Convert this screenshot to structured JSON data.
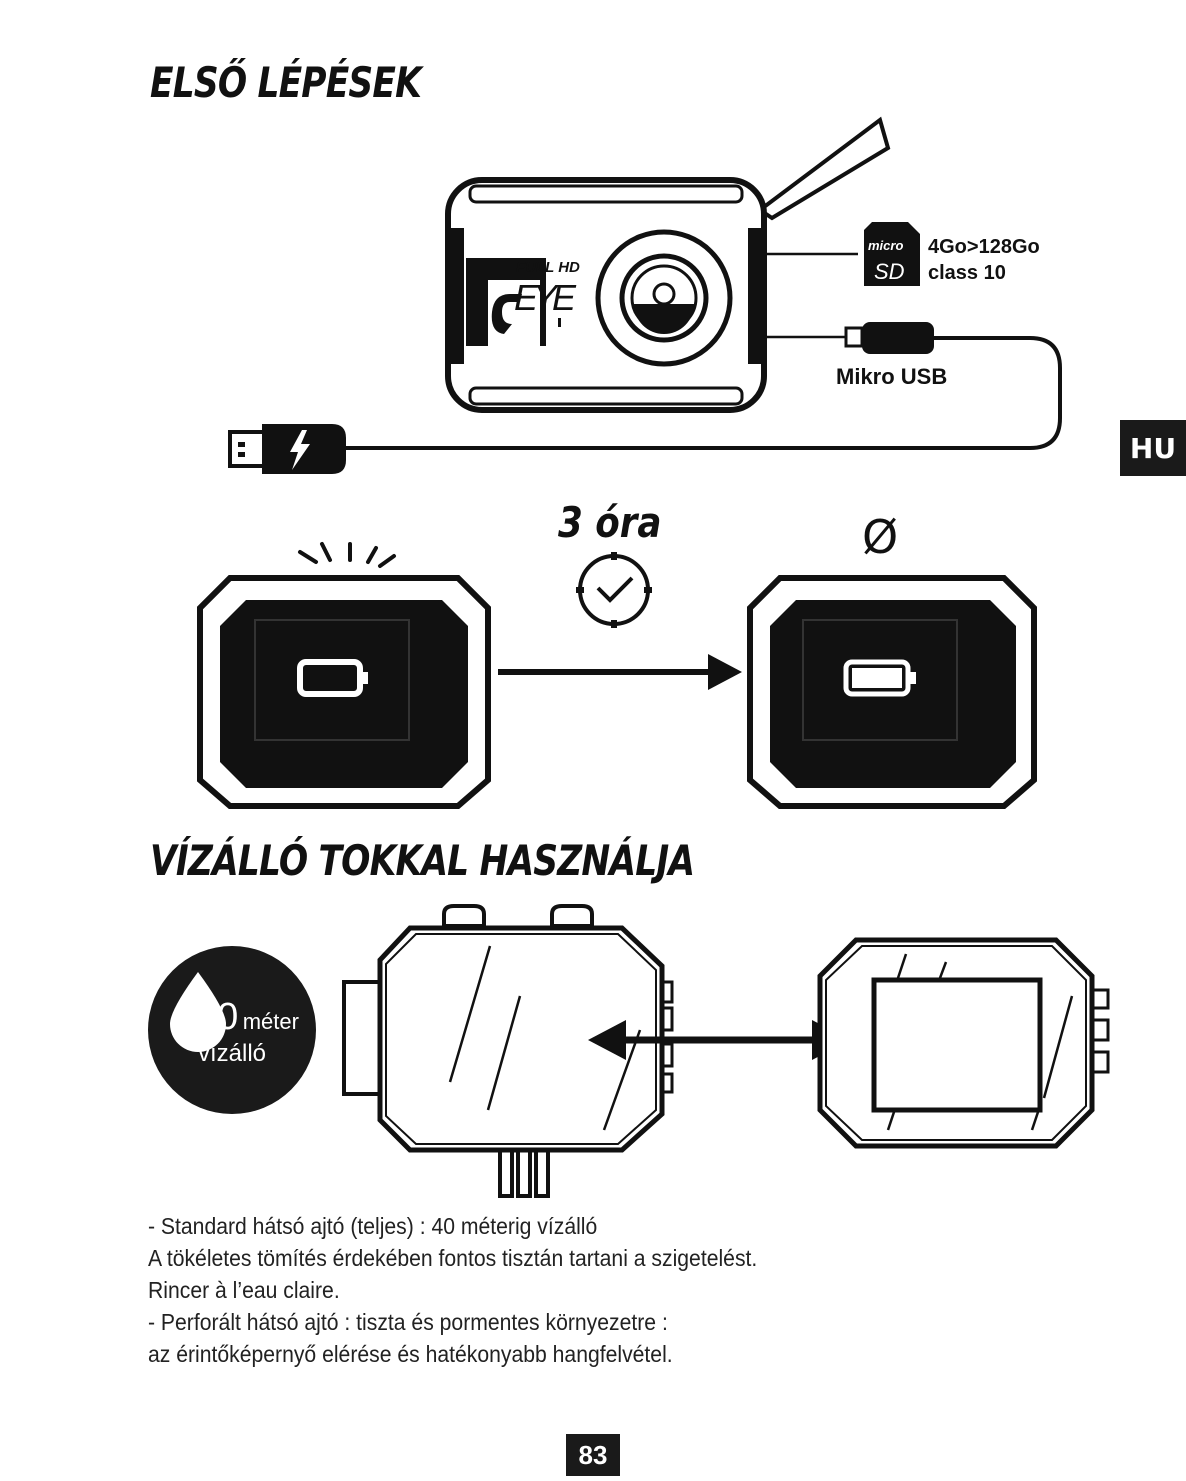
{
  "headings": {
    "first_steps": "ELSŐ LÉPÉSEK",
    "waterproof": "VÍZÁLLÓ TOKKAL HASZNÁLJA"
  },
  "language_tab": "HU",
  "camera_logo": {
    "full_hd": "FULL HD",
    "brand": "EYE"
  },
  "sd_card": {
    "micro": "micro",
    "sd": "SD",
    "capacity": "4Go>128Go",
    "class": "class 10"
  },
  "usb_label": "Mikro USB",
  "charging": {
    "duration": "3 óra",
    "done_symbol": "Ø"
  },
  "waterproof_badge": {
    "depth": "40",
    "unit": "méter",
    "label": "vízálló"
  },
  "body_lines": [
    "-   Standard hátsó ajtó (teljes) : 40 méterig vízálló",
    "A tökéletes tömítés érdekében fontos tisztán tartani a szigetelést.",
    "Rincer à l’eau claire.",
    "-   Perforált hátsó ajtó : tiszta és pormentes környezetre :",
    "az érintőképernyő elérése és hatékonyabb hangfelvétel."
  ],
  "page_number": "83",
  "icons": [
    "camera-front-icon",
    "micro-sd-card-icon",
    "usb-plug-icon",
    "lightning-icon",
    "clock-check-icon",
    "battery-empty-icon",
    "battery-full-icon",
    "water-drop-icon",
    "waterproof-case-icon",
    "back-door-icon",
    "double-arrow-icon"
  ]
}
